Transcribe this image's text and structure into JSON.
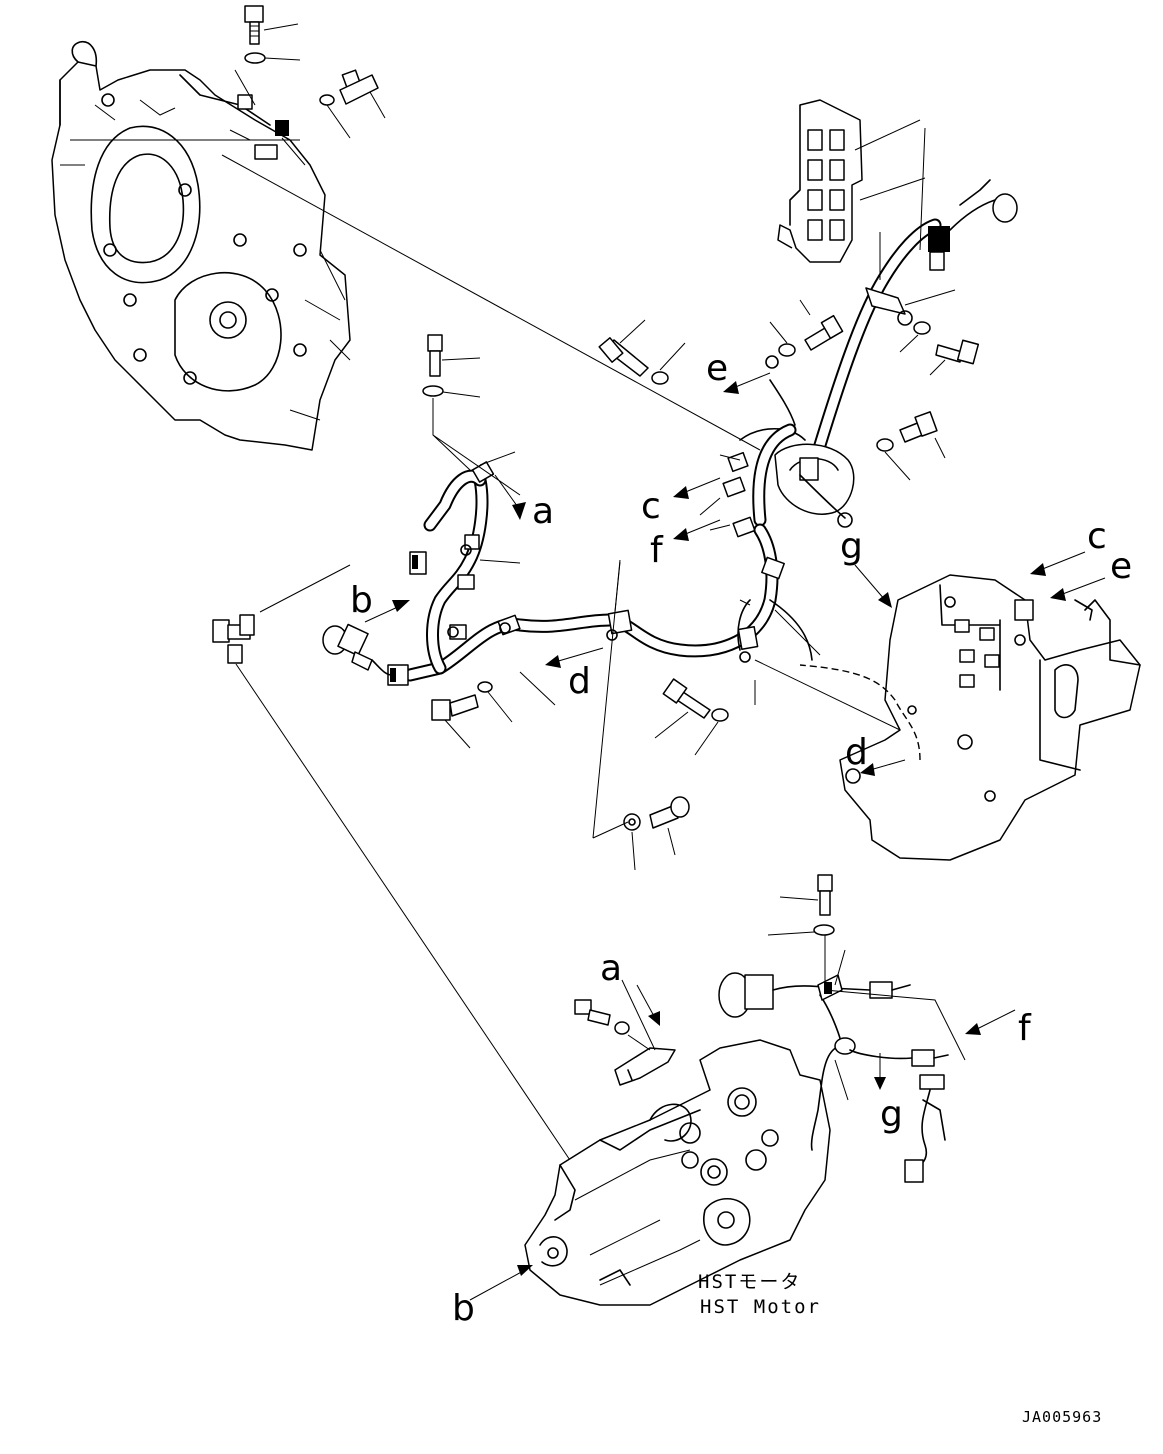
{
  "diagram": {
    "drawing_code": "JA005963",
    "motor_label_jp": "HSTモータ",
    "motor_label_en": "HST Motor",
    "callouts": [
      "a",
      "b",
      "c",
      "d",
      "e",
      "f",
      "g"
    ]
  }
}
